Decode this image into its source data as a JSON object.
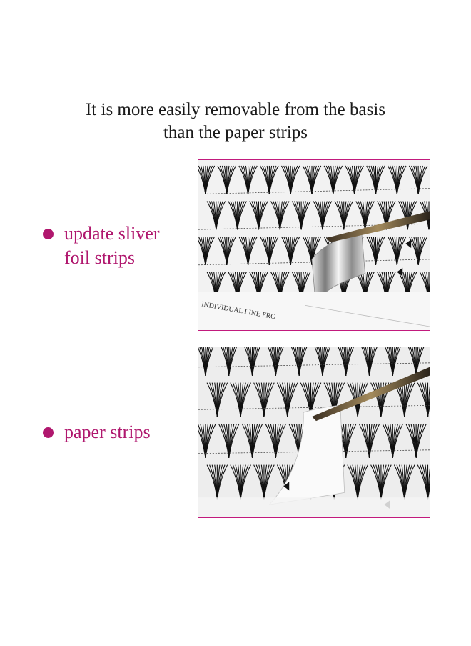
{
  "headline": {
    "line1": "It is more easily removable from the basis",
    "line2": "than the paper strips"
  },
  "items": [
    {
      "label_line1": "update sliver",
      "label_line2": "foil strips",
      "photo_text": "INDIVIDUAL LINE FRO",
      "strip_type": "silver foil"
    },
    {
      "label_line1": "paper strips",
      "label_line2": "",
      "photo_text": "",
      "strip_type": "paper"
    }
  ],
  "colors": {
    "accent": "#b0176e",
    "frame": "#c21a7d",
    "text": "#1a1a1a"
  },
  "icons": [
    "bullet-dot-icon",
    "tweezers-icon",
    "arrow-marker-icon"
  ]
}
